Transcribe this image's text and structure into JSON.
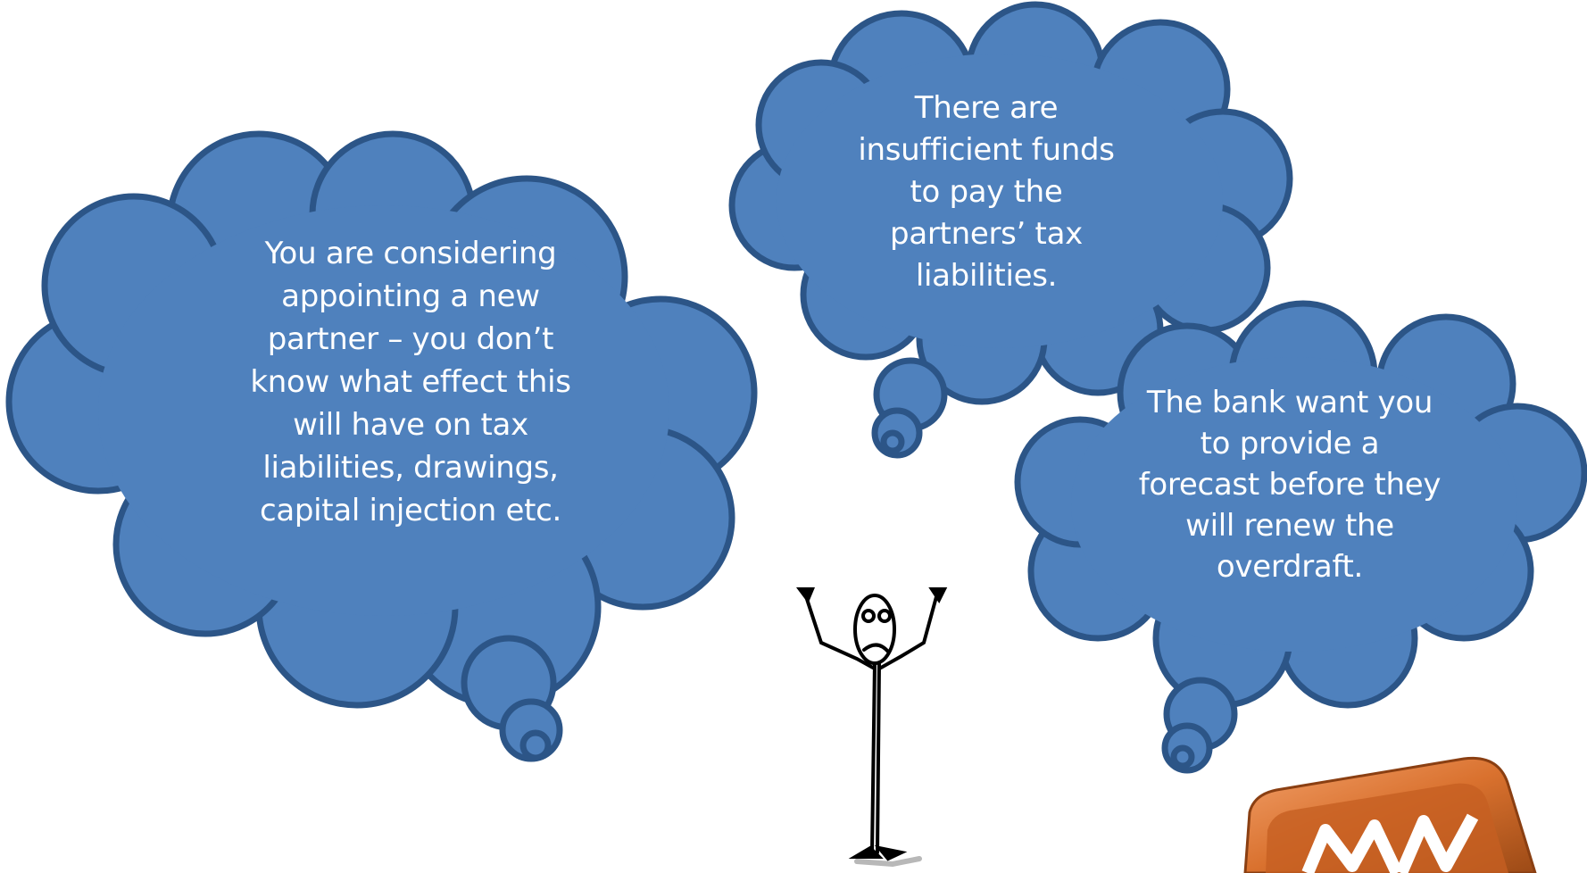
{
  "bubbles": {
    "left": {
      "lines": [
        "You are considering",
        "appointing a new",
        "partner – you don’t",
        "know what effect this",
        "will have on tax",
        "liabilities, drawings,",
        "capital injection etc."
      ]
    },
    "top": {
      "lines": [
        "There are",
        "insufficient funds",
        "to pay the",
        "partners’ tax",
        "liabilities."
      ]
    },
    "right": {
      "lines": [
        "The bank want you",
        "to provide a",
        "forecast before they",
        "will renew the",
        "overdraft."
      ]
    }
  },
  "colors": {
    "cloud_fill": "#4f81bd",
    "cloud_stroke": "#2c5587",
    "text": "#ffffff",
    "logo_orange": "#d9712e"
  },
  "icons": {
    "figure": "confused-stick-figure-icon",
    "logo": "orange-3d-logo-icon"
  }
}
